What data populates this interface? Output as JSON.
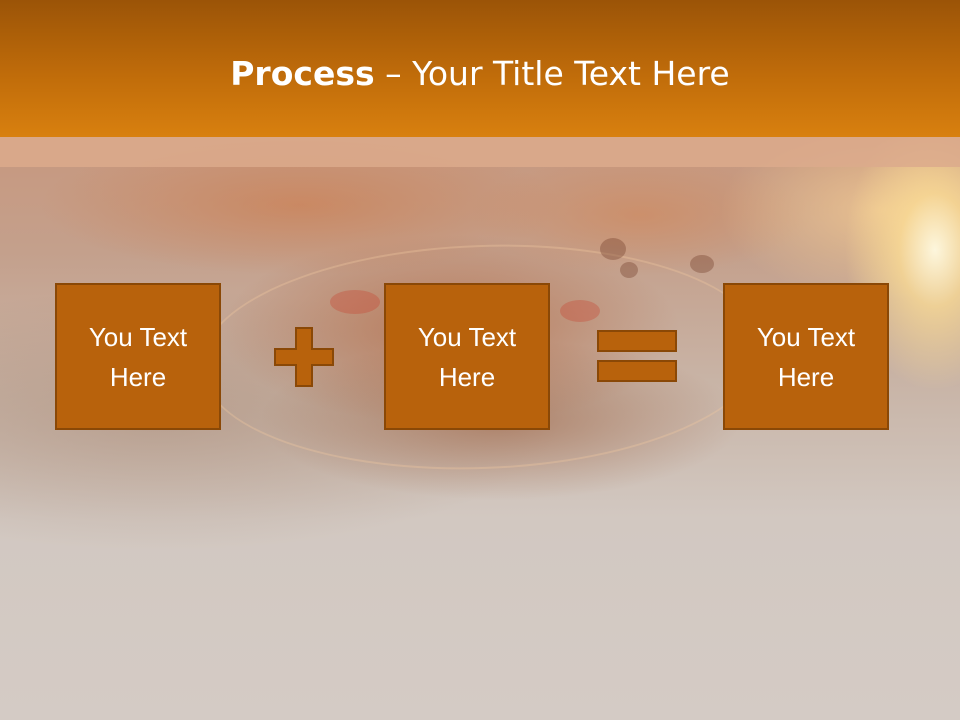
{
  "slide": {
    "title_bold": "Process",
    "title_rest": " – Your Title Text Here",
    "boxes": [
      {
        "text": "You Text Here"
      },
      {
        "text": "You Text Here"
      },
      {
        "text": "You Text Here"
      }
    ],
    "operators": [
      {
        "icon": "plus-icon"
      },
      {
        "icon": "equals-icon"
      }
    ]
  },
  "colors": {
    "title_band": "#c06c0a",
    "box_fill": "#b8620c",
    "box_border": "#8a4806",
    "text": "#ffffff"
  }
}
